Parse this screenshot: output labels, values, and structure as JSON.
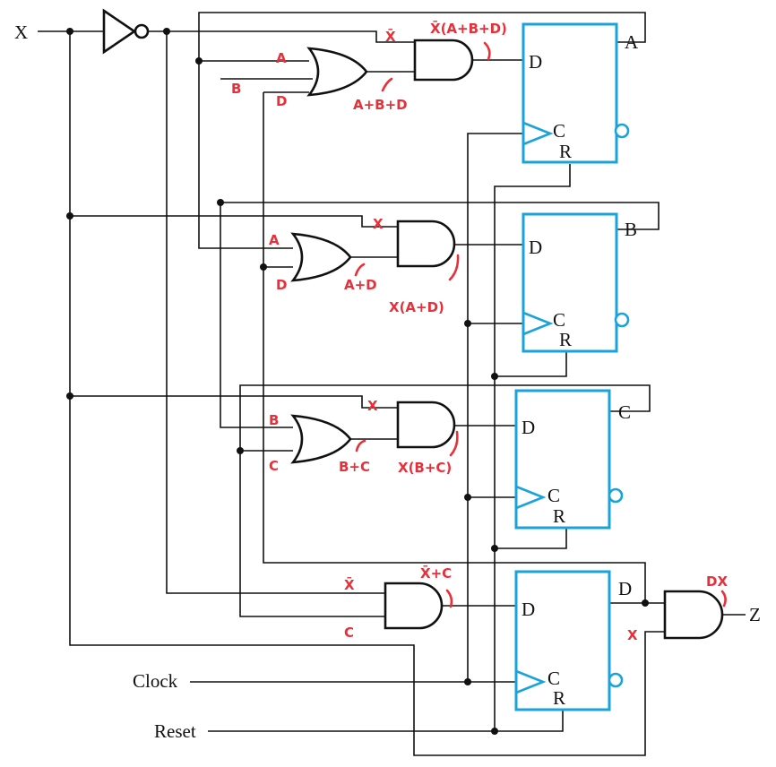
{
  "inputs": {
    "x": "X",
    "clock": "Clock",
    "reset": "Reset"
  },
  "output": {
    "z": "Z"
  },
  "flip_flops": [
    {
      "name": "A",
      "d": "D",
      "c": "C",
      "r": "R"
    },
    {
      "name": "B",
      "d": "D",
      "c": "C",
      "r": "R"
    },
    {
      "name": "C",
      "d": "D",
      "c": "C",
      "r": "R"
    },
    {
      "d": "D",
      "c": "C",
      "r": "R"
    }
  ],
  "output_flop_q": "D",
  "annotations": {
    "gate1_xbar": "X̄",
    "gate1_in_a": "A",
    "gate1_in_b": "B",
    "gate1_in_d": "D",
    "gate1_or_out": "A+B+D",
    "gate1_and_out": "X̄(A+B+D)",
    "gate2_x": "X",
    "gate2_in_a": "A",
    "gate2_in_d": "D",
    "gate2_or_out": "A+D",
    "gate2_and_out": "X(A+D)",
    "gate3_x": "X",
    "gate3_in_b": "B",
    "gate3_in_c": "C",
    "gate3_or_out": "B+C",
    "gate3_and_out": "X(B+C)",
    "gate4_xbar": "X̄",
    "gate4_in_c": "C",
    "gate4_out": "X̄+C",
    "out_gate_x": "X",
    "out_gate_out": "DX"
  },
  "colors": {
    "flip_flop": "#1aa3d9",
    "annotation": "#e8303a",
    "wire": "#111111"
  }
}
